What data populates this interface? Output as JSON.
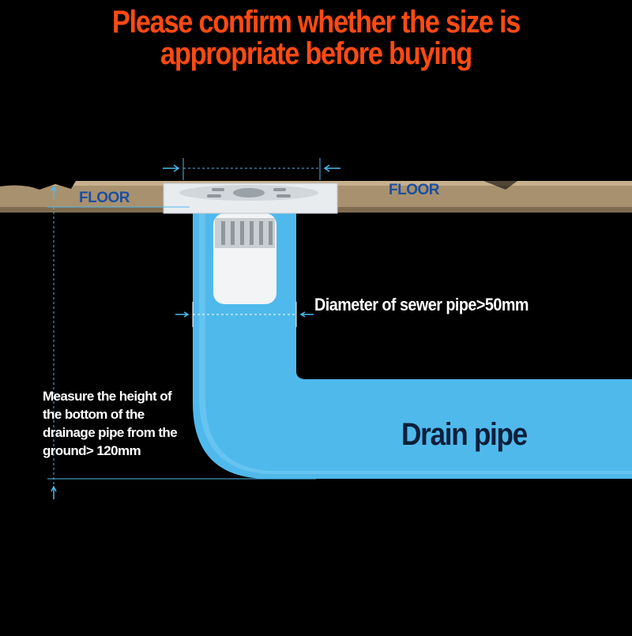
{
  "headline": {
    "line1": "Please confirm whether the size is",
    "line2": "appropriate before buying",
    "color": "#ff4a12"
  },
  "floor": {
    "left_label": "FLOOR",
    "right_label": "FLOOR",
    "color": "#a8916f",
    "label_color": "#1c4fa0"
  },
  "annotations": {
    "diameter": "Diameter of sewer pipe>50mm",
    "height_lines": [
      "Measure the height of",
      "the bottom of the",
      "drainage pipe from the",
      "ground> 120mm"
    ],
    "drain_pipe": "Drain pipe"
  },
  "colors": {
    "background": "#000000",
    "pipe": "#4fb9ec",
    "pipe_label": "#0d1f3a",
    "guide": "#4fb9ec",
    "drain_cover": "#e8ecef"
  }
}
